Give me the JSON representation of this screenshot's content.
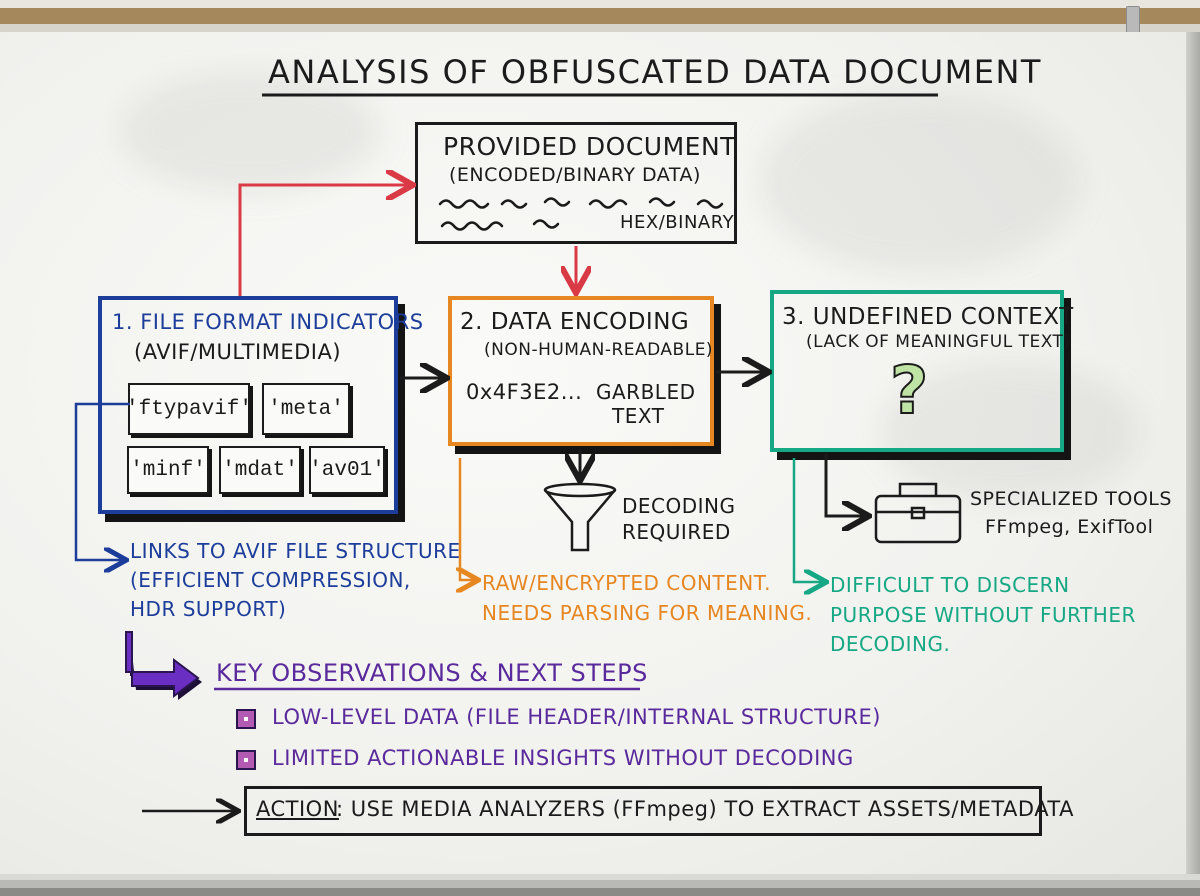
{
  "title": "ANALYSIS OF OBFUSCATED DATA DOCUMENT",
  "provided": {
    "title": "PROVIDED DOCUMENT",
    "subtitle": "(ENCODED/BINARY DATA)",
    "tag": "HEX/BINARY"
  },
  "box1": {
    "title": "1. FILE FORMAT INDICATORS",
    "subtitle": "(AVIF/MULTIMEDIA)",
    "tags": [
      "'ftypavif'",
      "'meta'",
      "'minf'",
      "'mdat'",
      "'av01'"
    ],
    "note": [
      "LINKS TO AVIF FILE STRUCTURE",
      "(EFFICIENT COMPRESSION,",
      "HDR SUPPORT)"
    ]
  },
  "box2": {
    "title": "2. DATA ENCODING",
    "subtitle": "(NON-HUMAN-READABLE)",
    "hex": "0x4F3E2...",
    "garbled": [
      "GARBLED",
      "TEXT"
    ],
    "funnel_label": [
      "DECODING",
      "REQUIRED"
    ],
    "note": [
      "RAW/ENCRYPTED CONTENT.",
      "NEEDS PARSING FOR MEANING."
    ]
  },
  "box3": {
    "title": "3. UNDEFINED CONTEXT",
    "subtitle": "(LACK OF MEANINGFUL TEXT)",
    "symbol": "?",
    "tools": [
      "SPECIALIZED TOOLS",
      "FFmpeg, ExifTool"
    ],
    "note": [
      "DIFFICULT TO DISCERN",
      "PURPOSE WITHOUT FURTHER",
      "DECODING."
    ]
  },
  "observations": {
    "title": "KEY OBSERVATIONS & NEXT STEPS",
    "items": [
      "LOW-LEVEL DATA (FILE HEADER/INTERNAL STRUCTURE)",
      "LIMITED ACTIONABLE INSIGHTS WITHOUT DECODING"
    ]
  },
  "action": {
    "label": "ACTION",
    "text": ": USE MEDIA ANALYZERS (FFmpeg) TO EXTRACT ASSETS/METADATA"
  },
  "colors": {
    "blue": "#1c3d9a",
    "orange": "#e68722",
    "green": "#16a884",
    "purple": "#5a2a9c",
    "red": "#d93a45",
    "ink": "#1b1b1b"
  }
}
